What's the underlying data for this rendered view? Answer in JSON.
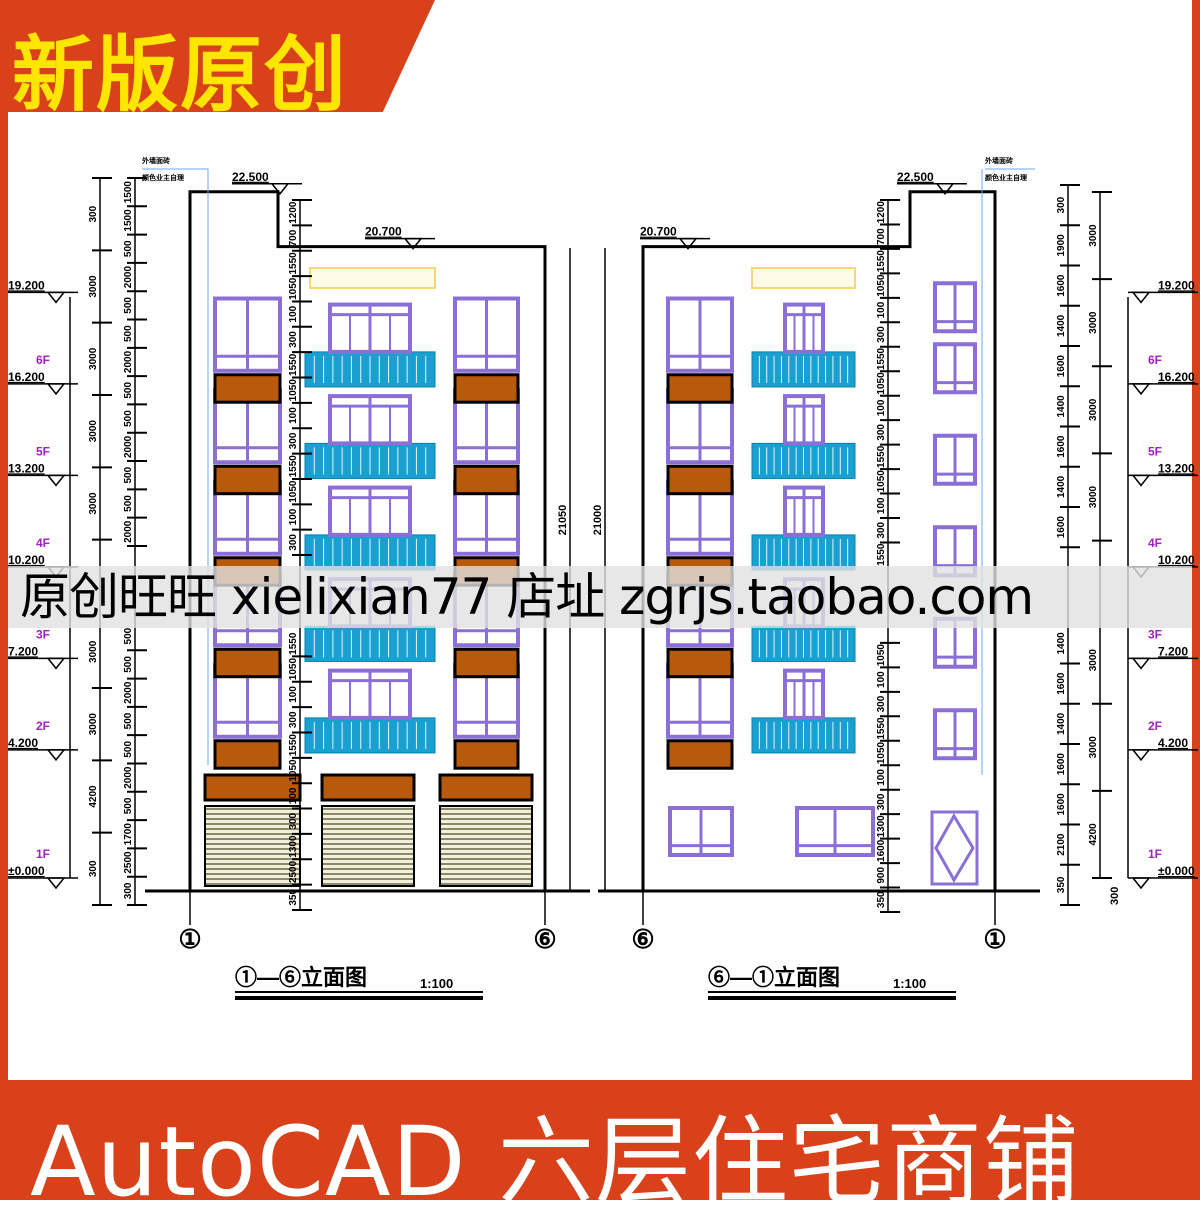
{
  "banner_top": "新版原创",
  "banner_bottom": "AutoCAD 六层住宅商铺",
  "watermark": "原创旺旺 xielixian77 店址 zgrjs.taobao.com",
  "colors": {
    "accent": "#d9411a",
    "banner_text": "#ffe600",
    "window": "#8b6fd6",
    "railing": "#1aa0d0",
    "panel": "#b85a0c",
    "slab": "#f5d77a",
    "floor_label": "#a020c0"
  },
  "note": [
    "外墙面砖",
    "颜色业主自理"
  ],
  "left_elevation": {
    "title_axes": "①—⑥立面图",
    "scale": "1:100",
    "axis_left": "①",
    "axis_right": "⑥",
    "parapet_level": "22.500",
    "roof_level": "20.700",
    "levels": [
      "19.200",
      "16.200",
      "13.200",
      "10.200",
      "7.200",
      "4.200",
      "±0.000"
    ],
    "floors": [
      "6F",
      "5F",
      "4F",
      "3F",
      "2F",
      "1F"
    ],
    "outer_dims": [
      "300",
      "3000",
      "3000",
      "3000",
      "3000",
      "3000",
      "3000",
      "4200",
      "300"
    ],
    "inner_dims": [
      "1500",
      "1500",
      "500",
      "2000",
      "500",
      "500",
      "2000",
      "500",
      "500",
      "2000",
      "500",
      "500",
      "2000",
      "500",
      "500",
      "2000",
      "500",
      "500",
      "2000",
      "500",
      "1700",
      "2500",
      "300"
    ],
    "window_dims": [
      "1200",
      "700",
      "1550",
      "1050",
      "100",
      "300",
      "1550",
      "1050",
      "100",
      "300",
      "1550",
      "1050",
      "100",
      "300",
      "1550",
      "1050",
      "100",
      "300",
      "1550",
      "1050",
      "100",
      "300",
      "1300",
      "2500",
      "350"
    ],
    "total_height": "21050"
  },
  "right_elevation": {
    "title_axes": "⑥—①立面图",
    "scale": "1:100",
    "axis_left": "⑥",
    "axis_right": "①",
    "parapet_level": "22.500",
    "roof_level": "20.700",
    "levels": [
      "19.200",
      "16.200",
      "13.200",
      "10.200",
      "7.200",
      "4.200",
      "±0.000"
    ],
    "floors": [
      "6F",
      "5F",
      "4F",
      "3F",
      "2F",
      "1F"
    ],
    "outer_dims": [
      "3000",
      "3000",
      "3000",
      "3000",
      "3000",
      "3000",
      "4200"
    ],
    "inner_dims": [
      "300",
      "1900",
      "1600",
      "1400",
      "1600",
      "1400",
      "1600",
      "1400",
      "1600",
      "1400",
      "1600",
      "1400",
      "1600",
      "1600",
      "2100",
      "350"
    ],
    "window_dims": [
      "1200",
      "700",
      "1550",
      "1050",
      "100",
      "300",
      "1550",
      "1050",
      "100",
      "300",
      "1550",
      "1050",
      "100",
      "300",
      "1550",
      "1050",
      "100",
      "300",
      "1550",
      "1050",
      "100",
      "300",
      "1300",
      "1600",
      "900",
      "350"
    ],
    "total_height": "21000",
    "extra_dim": "300"
  }
}
